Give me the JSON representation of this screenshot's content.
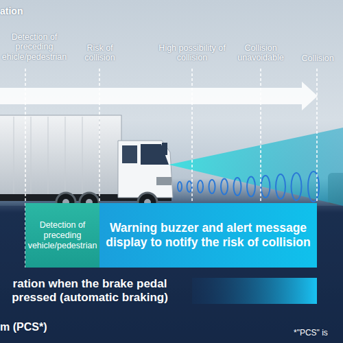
{
  "diagram": {
    "nodes": [
      {
        "text": [
          "Detection of preceding vehicle/pedestrian"
        ]
      },
      {
        "text": [
          "Warning buzzer and alert message display to notify the risk of collision"
        ]
      }
    ],
    "labels": [
      "ation",
      "Detection of preceding ehicle/pedestrian",
      "Risk of collision",
      "High possibility of collision",
      "Collision unavoidable",
      "Collision",
      "ration when the brake pedal pressed (automatic braking)",
      "m (PCS*)",
      "*\"PCS\" is"
    ]
  }
}
